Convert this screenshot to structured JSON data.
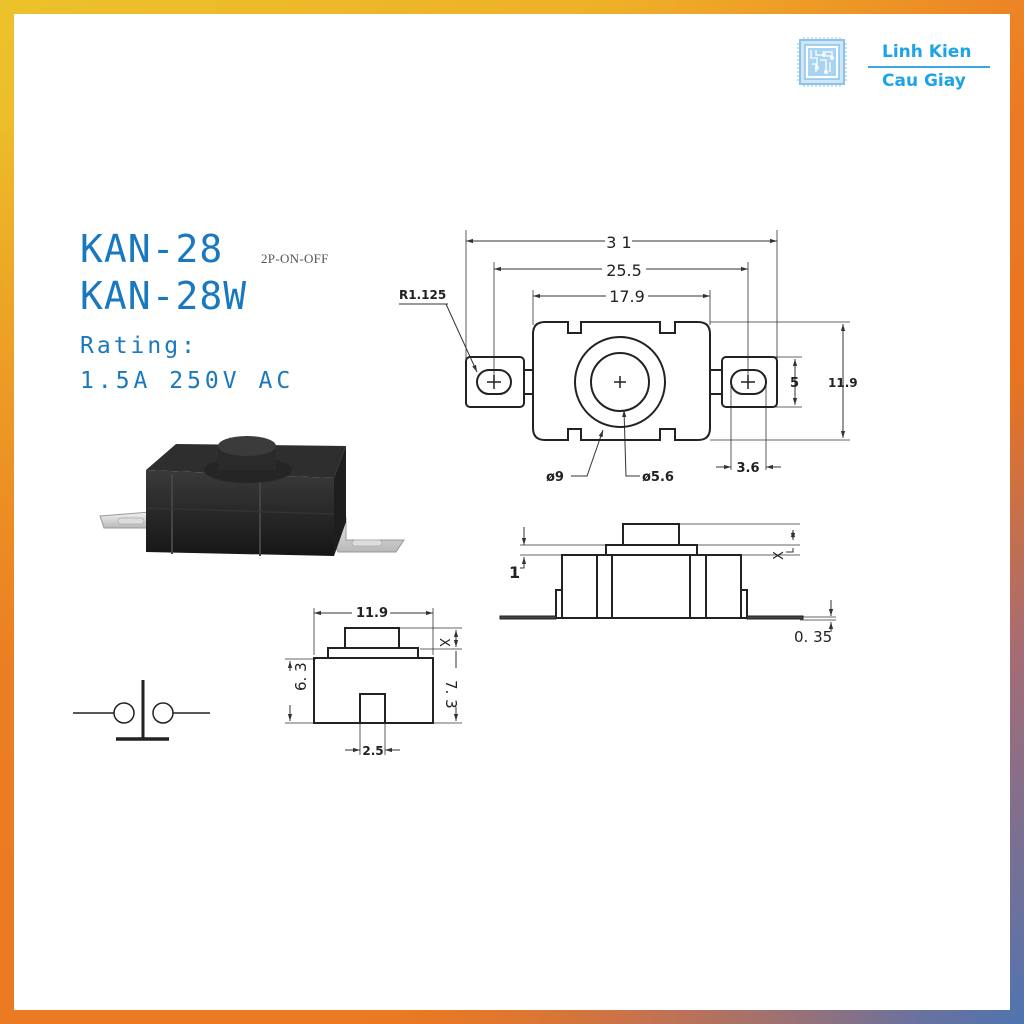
{
  "brand": {
    "line1": "Linh Kien",
    "line2": "Cau Giay",
    "logo_icon": "circuit-chip-icon",
    "accent_color": "#1ea4e6"
  },
  "frame": {
    "colors": [
      "#ecc22a",
      "#ec7a24",
      "#4f74b0"
    ]
  },
  "product": {
    "models": [
      "KAN-28",
      "KAN-28W"
    ],
    "contact_type": "2P-ON-OFF",
    "rating_label": "Rating:",
    "rating_value": "1.5A  250V  AC",
    "text_color": "#1a78bf"
  },
  "photo": {
    "description": "black push-button switch with two metal solder tabs"
  },
  "schematic_symbol": {
    "description": "push-button switch symbol"
  },
  "top_view": {
    "dim_overall_width": "3 1",
    "dim_pin_pitch": "25.5",
    "dim_body_width": "17.9",
    "dim_corner_radius": "R1.125",
    "dim_tab_height": "5",
    "dim_body_height": "11.9",
    "dim_tab_width": "3.6",
    "dim_outer_diameter": "ø9",
    "dim_inner_diameter": "ø5.6"
  },
  "side_view": {
    "dim_step": "1",
    "dim_button": "X",
    "dim_tab_thickness": "0. 35"
  },
  "end_view": {
    "dim_width": "11.9",
    "dim_button": "X",
    "dim_body_height": "6. 3",
    "dim_total_height": "7. 3",
    "dim_slot_width": "2.5"
  }
}
